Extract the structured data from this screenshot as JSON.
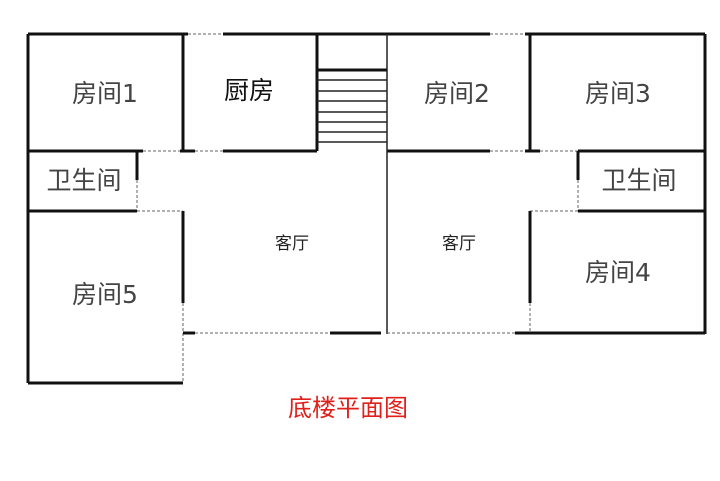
{
  "plan": {
    "title": "底楼平面图",
    "title_color": "#e0201b",
    "rooms": {
      "room1": "房间1",
      "kitchen": "厨房",
      "room2": "房间2",
      "room3": "房间3",
      "bathroom_left": "卫生间",
      "bathroom_right": "卫生间",
      "living_left": "客厅",
      "living_right": "客厅",
      "room4": "房间4",
      "room5": "房间5"
    }
  }
}
